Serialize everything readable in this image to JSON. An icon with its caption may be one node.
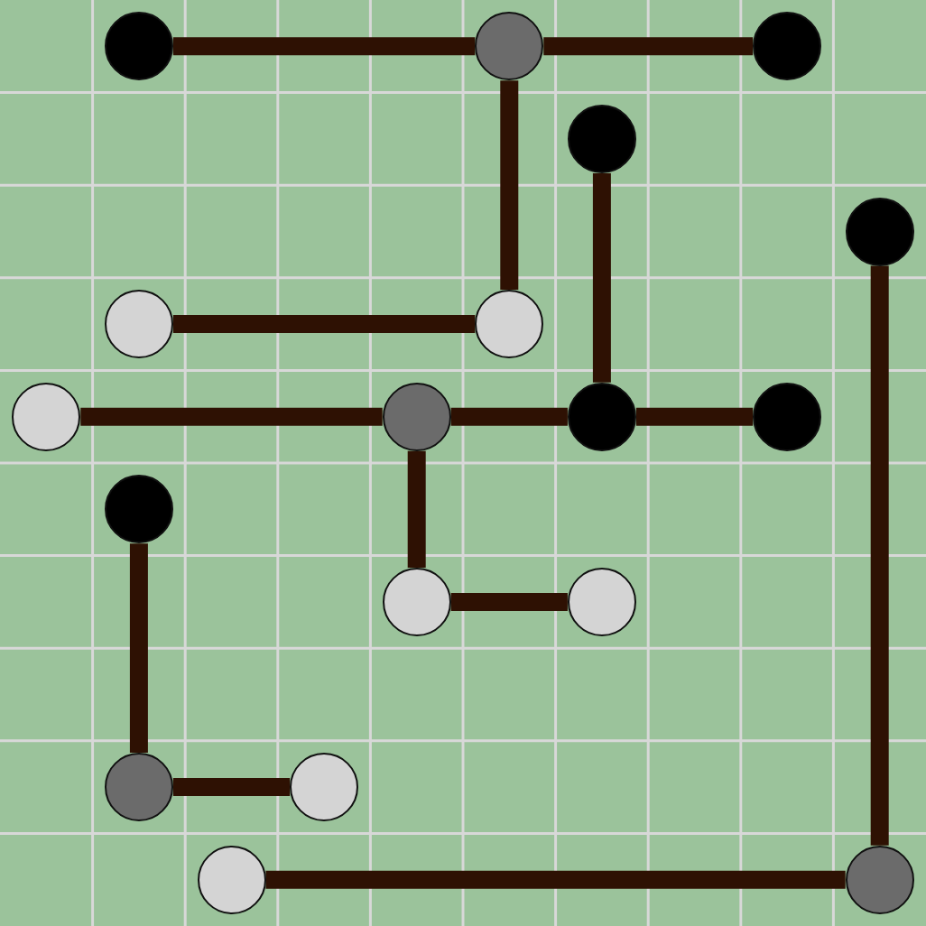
{
  "diagram": {
    "nodes": [
      {
        "text": [],
        "shape": "circle"
      },
      {
        "text": [],
        "shape": "circle"
      },
      {
        "text": [],
        "shape": "circle"
      },
      {
        "text": [],
        "shape": "circle"
      },
      {
        "text": [],
        "shape": "circle"
      },
      {
        "text": [],
        "shape": "circle"
      },
      {
        "text": [],
        "shape": "circle"
      },
      {
        "text": [],
        "shape": "circle"
      },
      {
        "text": [],
        "shape": "circle"
      },
      {
        "text": [],
        "shape": "circle"
      },
      {
        "text": [],
        "shape": "circle"
      },
      {
        "text": [],
        "shape": "circle"
      },
      {
        "text": [],
        "shape": "circle"
      },
      {
        "text": [],
        "shape": "circle"
      },
      {
        "text": [],
        "shape": "circle"
      },
      {
        "text": [],
        "shape": "circle"
      },
      {
        "text": [],
        "shape": "circle"
      },
      {
        "text": [],
        "shape": "circle"
      }
    ],
    "edges": [
      {
        "from": 0,
        "to": 1,
        "arrow": "none"
      },
      {
        "from": 1,
        "to": 2,
        "arrow": "none"
      },
      {
        "from": 1,
        "to": 6,
        "arrow": "none"
      },
      {
        "from": 3,
        "to": 9,
        "arrow": "none"
      },
      {
        "from": 4,
        "to": 17,
        "arrow": "none"
      },
      {
        "from": 5,
        "to": 6,
        "arrow": "none"
      },
      {
        "from": 7,
        "to": 8,
        "arrow": "none"
      },
      {
        "from": 8,
        "to": 9,
        "arrow": "none"
      },
      {
        "from": 9,
        "to": 10,
        "arrow": "none"
      },
      {
        "from": 8,
        "to": 12,
        "arrow": "none"
      },
      {
        "from": 12,
        "to": 13,
        "arrow": "none"
      },
      {
        "from": 11,
        "to": 14,
        "arrow": "none"
      },
      {
        "from": 14,
        "to": 15,
        "arrow": "none"
      },
      {
        "from": 16,
        "to": 17,
        "arrow": "none"
      }
    ]
  }
}
